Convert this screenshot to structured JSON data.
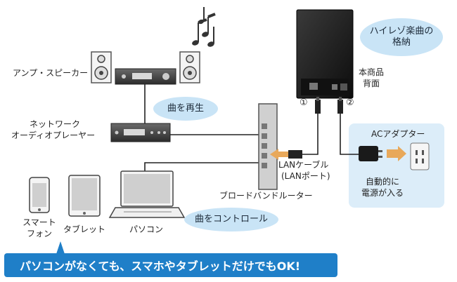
{
  "labels": {
    "amp_speaker": "アンプ・スピーカー",
    "network_player_line1": "ネットワーク",
    "network_player_line2": "オーディオプレーヤー",
    "product_back_line1": "本商品",
    "product_back_line2": "背面",
    "circle_1": "①",
    "circle_2": "②",
    "lan_cable_line1": "LANケーブル",
    "lan_cable_line2": "(LANポート)",
    "router": "ブロードバンドルーター",
    "ac_adapter": "ACアダプター",
    "auto_power_line1": "自動的に",
    "auto_power_line2": "電源が入る",
    "smartphone_line1": "スマート",
    "smartphone_line2": "フォン",
    "tablet": "タブレット",
    "pc": "パソコン"
  },
  "bubbles": {
    "hires": "ハイレゾ楽曲の\n格納",
    "play": "曲を再生",
    "control": "曲をコントロール"
  },
  "banner": "パソコンがなくても、スマホやタブレットだけでもOK!",
  "icons": [
    "music-notes-icon",
    "speaker-icon",
    "amplifier-icon",
    "network-player-icon",
    "nas-device-icon",
    "router-icon",
    "power-outlet-icon",
    "smartphone-icon",
    "tablet-icon",
    "laptop-icon"
  ],
  "colors": {
    "bubble": "#c9e4f6",
    "banner": "#1f7fc8",
    "ac_panel": "#dcedf9",
    "arrow": "#e8a85a"
  }
}
